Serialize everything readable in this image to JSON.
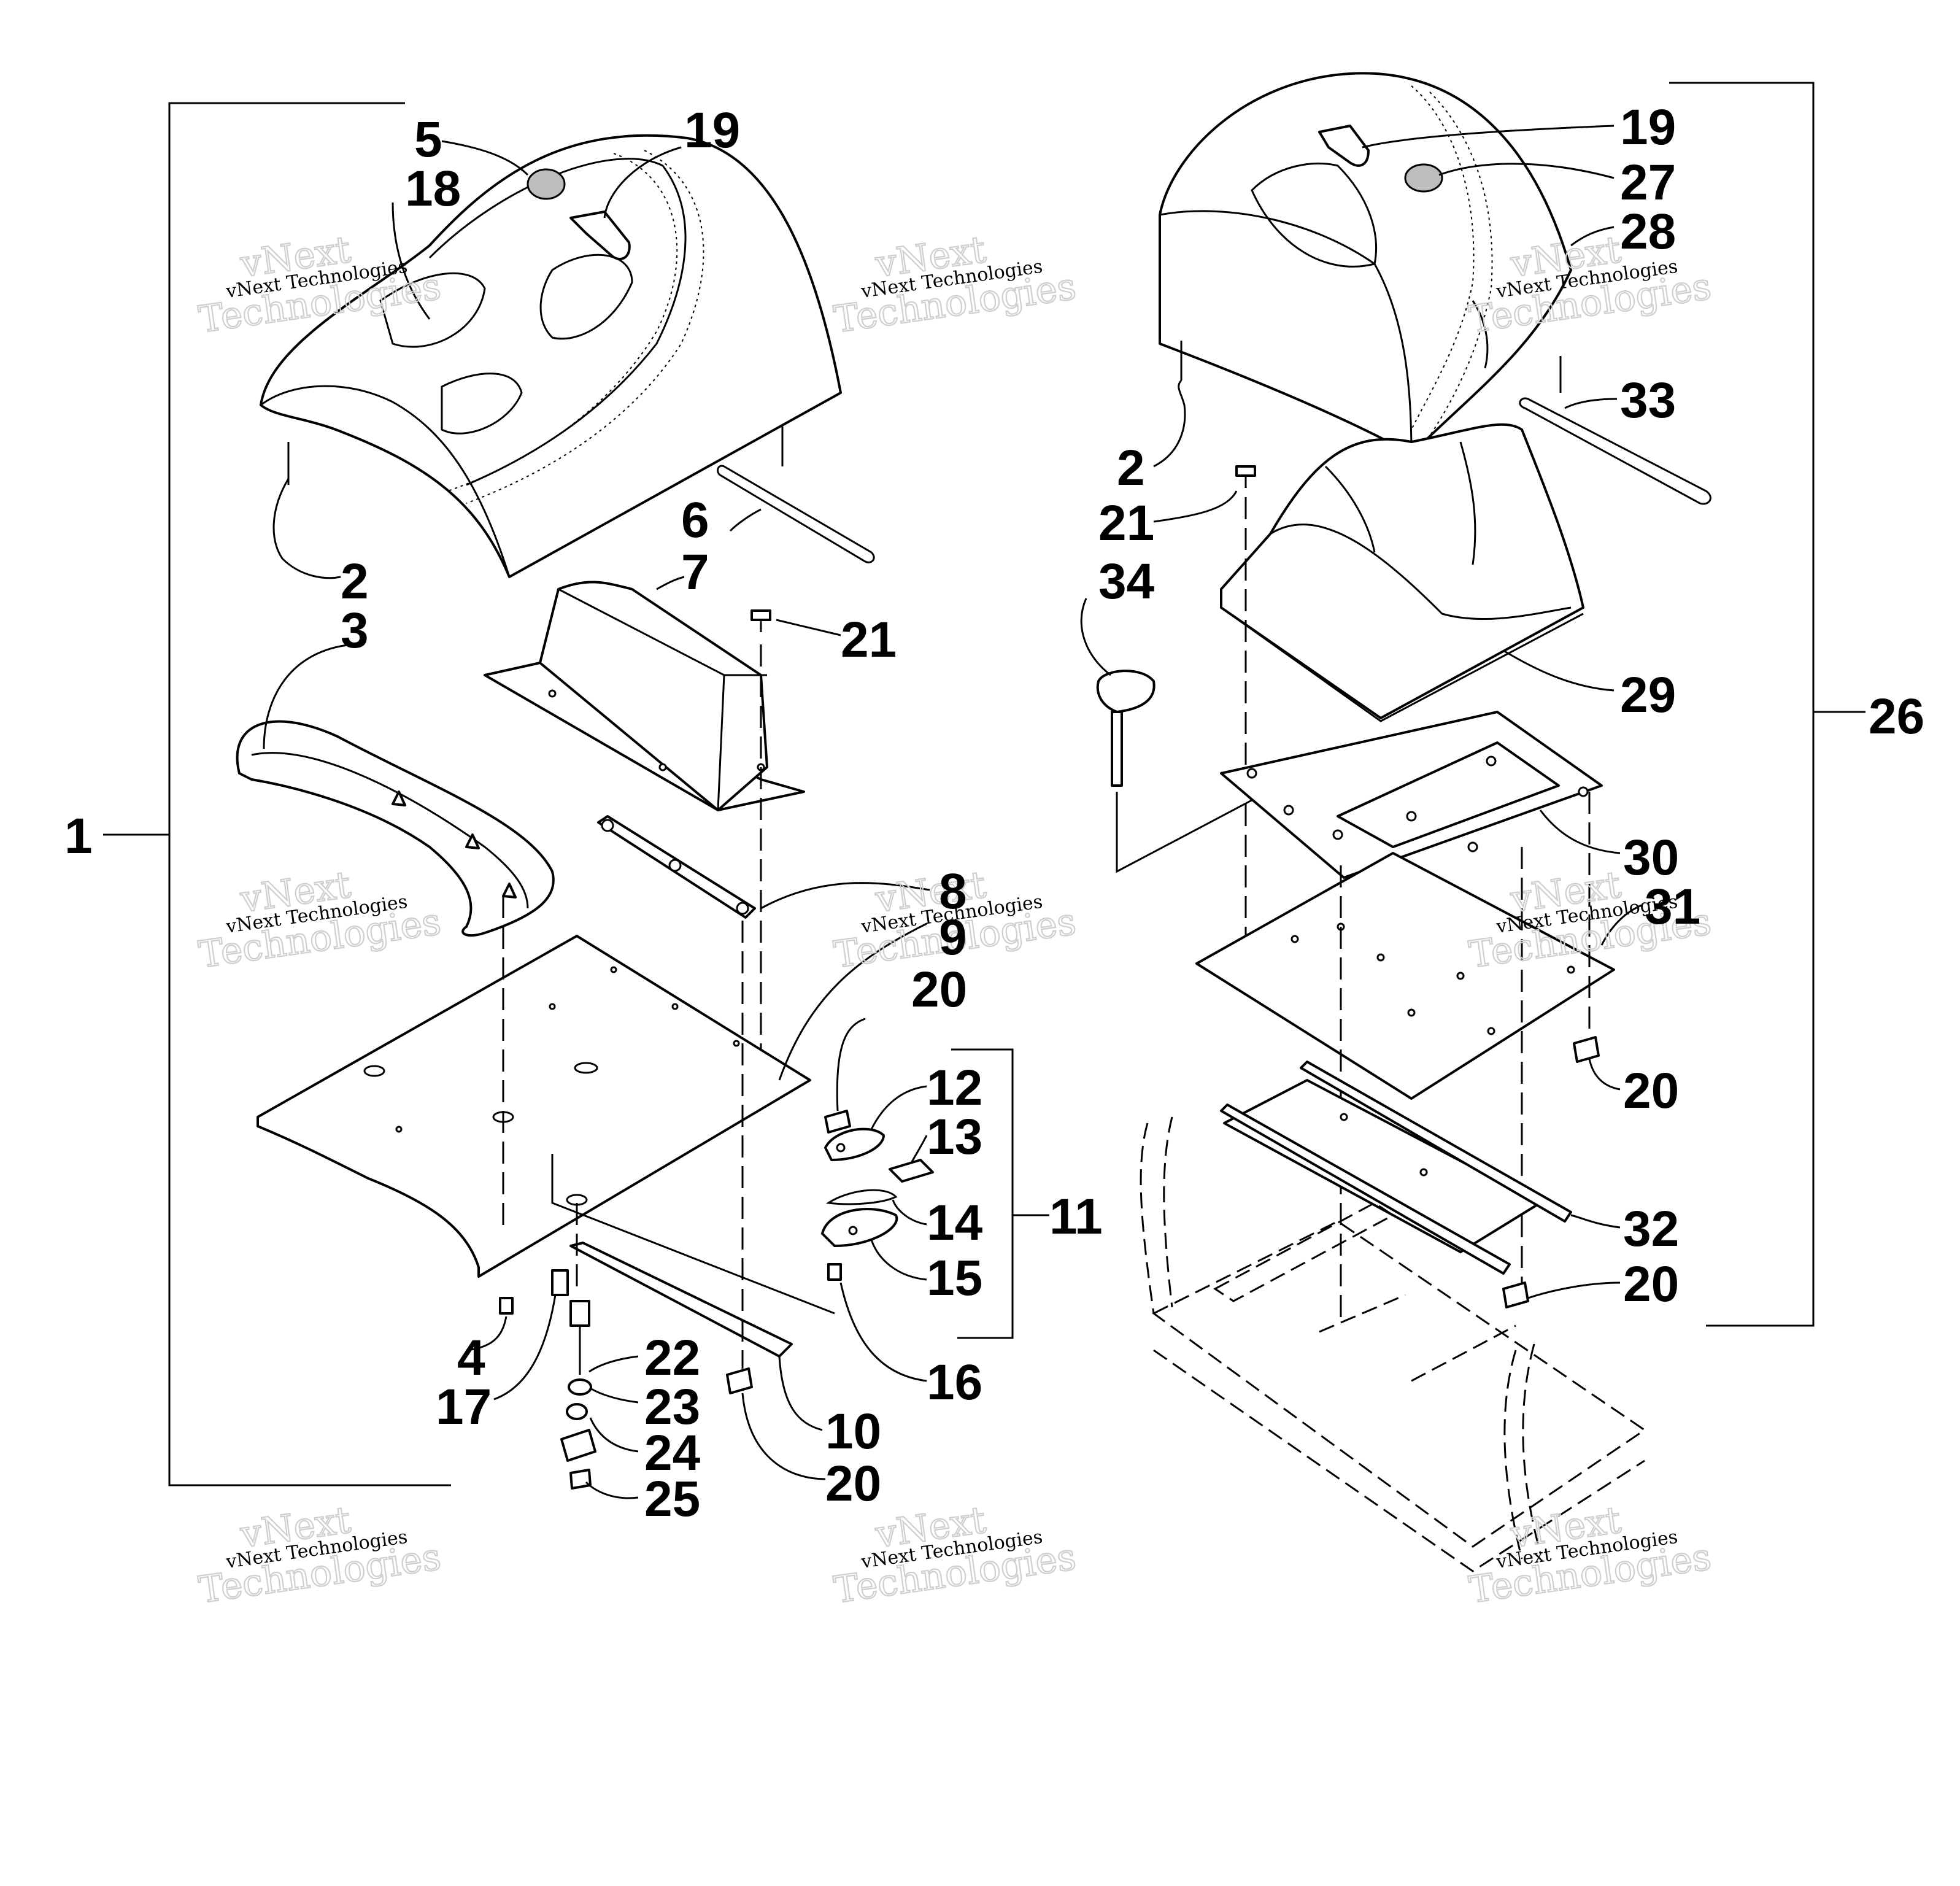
{
  "callouts": {
    "c1": "1",
    "c2_left": "2",
    "c3": "3",
    "c4": "4",
    "c5": "5",
    "c6": "6",
    "c7": "7",
    "c8": "8",
    "c9": "9",
    "c10": "10",
    "c11": "11",
    "c12": "12",
    "c13": "13",
    "c14": "14",
    "c15": "15",
    "c16": "16",
    "c17": "17",
    "c18": "18",
    "c19_left": "19",
    "c20_a": "20",
    "c20_b": "20",
    "c21_left": "21",
    "c22": "22",
    "c23": "23",
    "c24": "24",
    "c25": "25",
    "c26": "26",
    "c19_right": "19",
    "c27": "27",
    "c28": "28",
    "c33": "33",
    "c2_right": "2",
    "c21_right": "21",
    "c34": "34",
    "c29": "29",
    "c30": "30",
    "c31": "31",
    "c20_c": "20",
    "c32": "32",
    "c20_d": "20"
  },
  "watermark": {
    "small": "vNext Technologies",
    "big_line1": "vNext",
    "big_line2": "Technologies"
  }
}
